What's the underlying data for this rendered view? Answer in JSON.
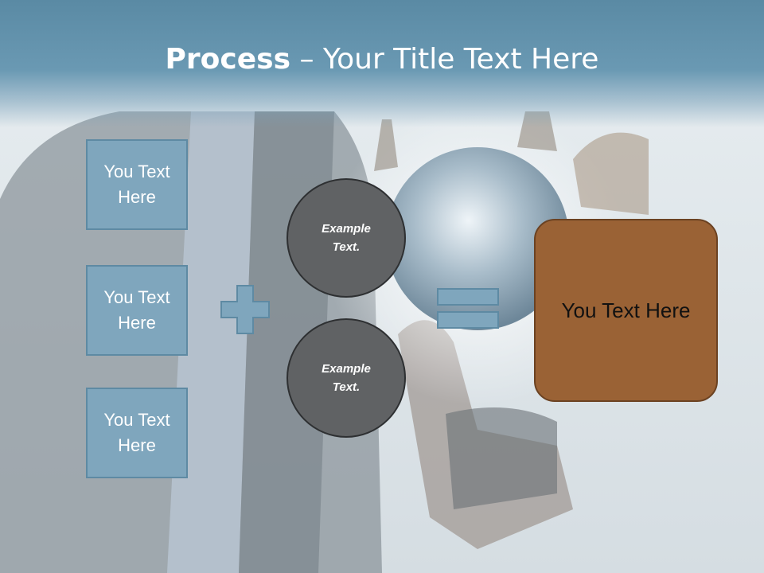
{
  "slide": {
    "title_bold": "Process",
    "title_rest": " – Your Title Text Here",
    "left_boxes": [
      {
        "label": "You Text Here"
      },
      {
        "label": "You Text Here"
      },
      {
        "label": "You Text Here"
      }
    ],
    "circles": [
      {
        "label": "Example Text."
      },
      {
        "label": "Example Text."
      }
    ],
    "result": {
      "label": "You Text Here"
    }
  },
  "colors": {
    "title_band": "#5a8aa4",
    "left_box_fill": "#7fa6bd",
    "circle_fill": "#606264",
    "result_fill": "#9a6235"
  },
  "icons": {
    "plus": "plus-icon",
    "equals": "equals-icon"
  }
}
